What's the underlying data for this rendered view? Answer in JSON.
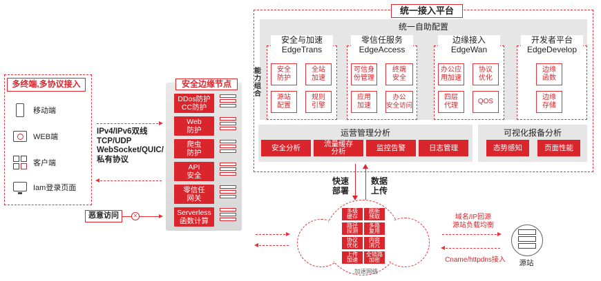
{
  "top_note": "",
  "left_panel": {
    "title": "多终端,多协议接入",
    "terminals": [
      {
        "icon": "mobile-icon",
        "label": "移动端"
      },
      {
        "icon": "web-icon",
        "label": "WEB端"
      },
      {
        "icon": "client-icon",
        "label": "客户端"
      },
      {
        "icon": "iam-monitor-icon",
        "label": "Iam登录页面"
      }
    ]
  },
  "protocols": [
    "IPv4/IPv6双线",
    "TCP/UDP",
    "WebSocket/QUIC/",
    "私有协议"
  ],
  "malicious_access": "恶意访问",
  "edge_node": {
    "title": "安全边缘节点",
    "services": [
      {
        "line1": "DDos防护",
        "line2": "CC防护"
      },
      {
        "line1": "Web",
        "line2": "防护"
      },
      {
        "line1": "爬虫",
        "line2": "防护"
      },
      {
        "line1": "API",
        "line2": "安全"
      },
      {
        "line1": "零信任",
        "line2": "网关"
      },
      {
        "line1": "Serverless",
        "line2": "函数计算"
      }
    ]
  },
  "platform": {
    "title": "统一接入平台",
    "self_config": "统一自助配置",
    "capability_label": "能力组合",
    "modules": [
      {
        "cn": "安全与加速",
        "en": "EdgeTrans",
        "cells": [
          [
            "安全",
            "防护"
          ],
          [
            "全站",
            "加速"
          ],
          [
            "源站",
            "配置"
          ],
          [
            "规则",
            "引擎"
          ]
        ]
      },
      {
        "cn": "零信任服务",
        "en": "EdgeAccess",
        "cells": [
          [
            "可信身",
            "份管理"
          ],
          [
            "终端",
            "安全"
          ],
          [
            "应用",
            "加速"
          ],
          [
            "办公",
            "安全访问"
          ]
        ]
      },
      {
        "cn": "边缘接入",
        "en": "EdgeWan",
        "cells": [
          [
            "办公应",
            "用加速"
          ],
          [
            "协议",
            "优化"
          ],
          [
            "四层",
            "代理"
          ],
          [
            "QOS",
            ""
          ]
        ]
      },
      {
        "cn": "开发者平台",
        "en": "EdgeDevelop",
        "cells": [
          [
            "边缘",
            "函数"
          ],
          [
            "边缘",
            "存储"
          ]
        ]
      }
    ],
    "ops": {
      "title": "运营管理分析",
      "buttons": [
        [
          "安全分析",
          ""
        ],
        [
          "流量缓存",
          "分析"
        ],
        [
          "监控告警",
          ""
        ],
        [
          "日志管理",
          ""
        ]
      ]
    },
    "visual": {
      "title": "可视化报备分析",
      "buttons": [
        "态势感知",
        "页面性能"
      ]
    }
  },
  "deploy": {
    "left": [
      "快速",
      "部署"
    ],
    "right": [
      "数据",
      "上传"
    ]
  },
  "cloud": {
    "label": "加速网络",
    "cells": [
      [
        "多级",
        "缓存"
      ],
      [
        "刷新",
        "预取"
      ],
      [
        "路径",
        "探测"
      ],
      [
        "多路",
        "复用"
      ],
      [
        "协议",
        "优化"
      ],
      [
        "内容",
        "消冗"
      ],
      [
        "上传",
        "加速"
      ],
      [
        "全链路",
        "加密"
      ]
    ]
  },
  "origin": {
    "note_line1": "域名/IP回源",
    "note_line2": "源站负载均衡",
    "cname": "Cname/httpdns接入",
    "label": "源站"
  }
}
